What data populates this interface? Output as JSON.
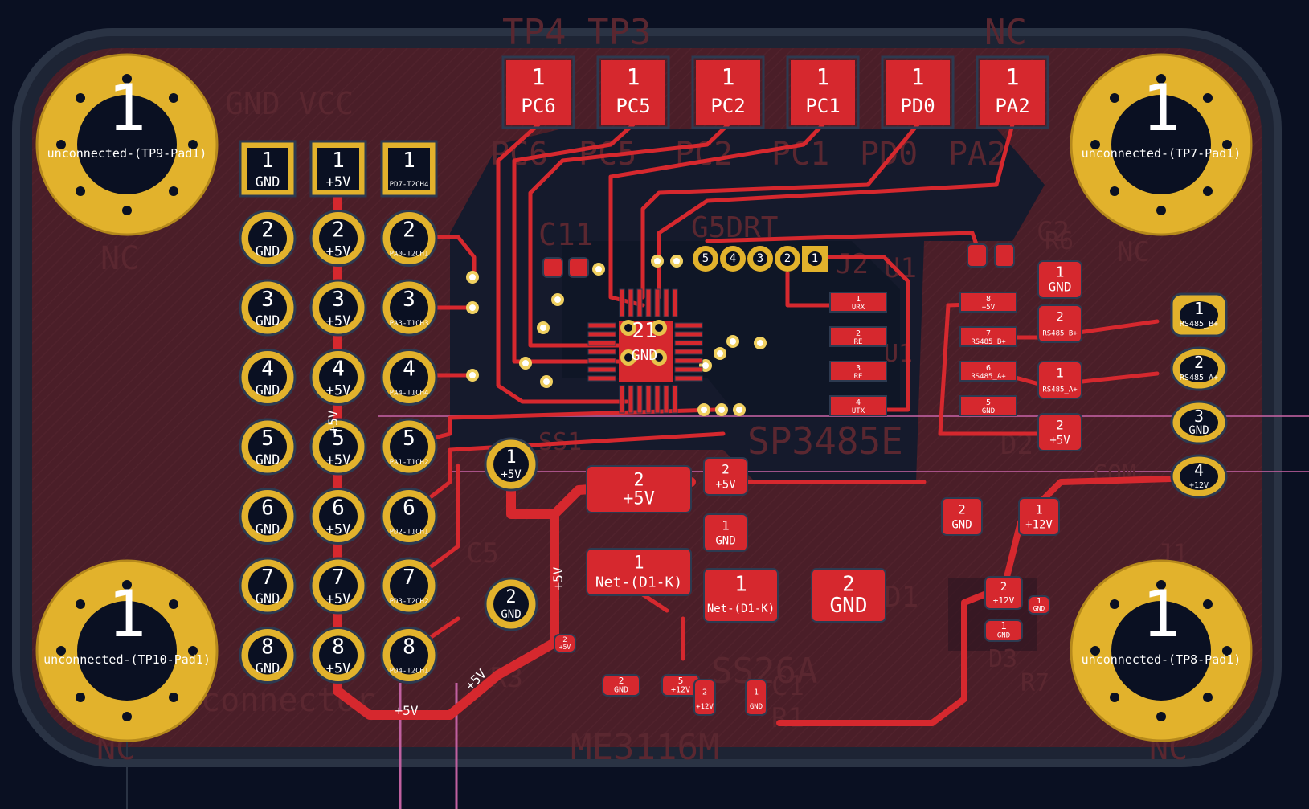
{
  "board": {
    "colors": {
      "background": "#0a1022",
      "board_fill": "#4a1e28",
      "edge": "#262f3d",
      "copper": "#d6282e",
      "pad_gold": "#e2b22c",
      "silk": "#5a2730",
      "nc_text": "#2f3948",
      "via": "#e8c24a"
    },
    "silkscreen": [
      "TP4 TP3",
      "NC",
      "GND VCC",
      "NC",
      "C11",
      "G5DRT",
      "J2",
      "U1",
      "C2",
      "R6",
      "NC",
      "SP3485E",
      "D2",
      "U1",
      "J1",
      "D1",
      "ME3116M",
      "SS26A",
      "C1",
      "R1",
      "R3",
      "D3",
      "R7",
      "NC",
      "NC",
      "connector",
      "PC6",
      "PC5",
      "PC2",
      "PC1",
      "PD0",
      "PA2",
      "C5",
      "SS1",
      "COM"
    ],
    "testpoints": [
      {
        "num": "1",
        "net": "unconnected-(TP9-Pad1)"
      },
      {
        "num": "1",
        "net": "unconnected-(TP7-Pad1)"
      },
      {
        "num": "1",
        "net": "unconnected-(TP10-Pad1)"
      },
      {
        "num": "1",
        "net": "unconnected-(TP8-Pad1)"
      }
    ],
    "top_pads": [
      {
        "num": "1",
        "net": "PC6"
      },
      {
        "num": "1",
        "net": "PC5"
      },
      {
        "num": "1",
        "net": "PC2"
      },
      {
        "num": "1",
        "net": "PC1"
      },
      {
        "num": "1",
        "net": "PD0"
      },
      {
        "num": "1",
        "net": "PA2"
      }
    ],
    "header_gnd": [
      {
        "num": "1",
        "net": "GND"
      },
      {
        "num": "2",
        "net": "GND"
      },
      {
        "num": "3",
        "net": "GND"
      },
      {
        "num": "4",
        "net": "GND"
      },
      {
        "num": "5",
        "net": "GND"
      },
      {
        "num": "6",
        "net": "GND"
      },
      {
        "num": "7",
        "net": "GND"
      },
      {
        "num": "8",
        "net": "GND"
      }
    ],
    "header_vcc": [
      {
        "num": "1",
        "net": "+5V"
      },
      {
        "num": "2",
        "net": "+5V"
      },
      {
        "num": "3",
        "net": "+5V"
      },
      {
        "num": "4",
        "net": "+5V"
      },
      {
        "num": "5",
        "net": "+5V"
      },
      {
        "num": "6",
        "net": "+5V"
      },
      {
        "num": "7",
        "net": "+5V"
      },
      {
        "num": "8",
        "net": "+5V"
      }
    ],
    "header_sig": [
      {
        "num": "1",
        "net": "PD7-T2CH4"
      },
      {
        "num": "2",
        "net": "PA0-T2CH1"
      },
      {
        "num": "3",
        "net": "PA3-T1CH3"
      },
      {
        "num": "4",
        "net": "PA4-T1CH4"
      },
      {
        "num": "5",
        "net": "PA1-T1CH2"
      },
      {
        "num": "6",
        "net": "PD2-T1CH1"
      },
      {
        "num": "7",
        "net": "PD3-T2CH2"
      },
      {
        "num": "8",
        "net": "PD4-T2CH1"
      }
    ],
    "connector_j1": [
      {
        "num": "1",
        "net": "RS485_B+"
      },
      {
        "num": "2",
        "net": "RS485_A+"
      },
      {
        "num": "3",
        "net": "GND"
      },
      {
        "num": "4",
        "net": "+12V"
      }
    ],
    "header_j2": [
      "1",
      "2",
      "3",
      "4",
      "5"
    ],
    "u1_pins": [
      {
        "num": "1",
        "net": "URX"
      },
      {
        "num": "2",
        "net": "RE"
      },
      {
        "num": "3",
        "net": "RE"
      },
      {
        "num": "4",
        "net": "UTX"
      },
      {
        "num": "8",
        "net": "+5V"
      },
      {
        "num": "7",
        "net": "RS485_B+"
      },
      {
        "num": "6",
        "net": "RS485_A+"
      },
      {
        "num": "5",
        "net": "GND"
      }
    ],
    "smd_pads": [
      {
        "num": "1",
        "net": "GND"
      },
      {
        "num": "2",
        "net": "RS485_B+"
      },
      {
        "num": "1",
        "net": "RS485_A+"
      },
      {
        "num": "2",
        "net": "+5V"
      },
      {
        "num": "2",
        "net": "+5V"
      },
      {
        "num": "1",
        "net": "GND"
      },
      {
        "num": "2",
        "net": "+5V"
      },
      {
        "num": "1",
        "net": "Net-(D1-K)"
      },
      {
        "num": "1",
        "net": "Net-(D1-K)"
      },
      {
        "num": "2",
        "net": "GND"
      },
      {
        "num": "2",
        "net": "GND"
      },
      {
        "num": "1",
        "net": "+12V"
      },
      {
        "num": "2",
        "net": "+12V"
      },
      {
        "num": "1",
        "net": "GND"
      },
      {
        "num": "1",
        "net": "GND"
      },
      {
        "num": "2",
        "net": "+5V"
      },
      {
        "num": "2",
        "net": "GND"
      },
      {
        "num": "5",
        "net": "+12V"
      },
      {
        "num": "2",
        "net": "+12V"
      },
      {
        "num": "1",
        "net": "GND"
      }
    ],
    "through_pads": [
      {
        "num": "1",
        "net": "+5V"
      },
      {
        "num": "2",
        "net": "GND"
      }
    ],
    "mcu_label": {
      "num": "21",
      "net": "GND"
    },
    "trace_labels": [
      "+5V",
      "+5V",
      "+5V",
      "+5V"
    ]
  }
}
